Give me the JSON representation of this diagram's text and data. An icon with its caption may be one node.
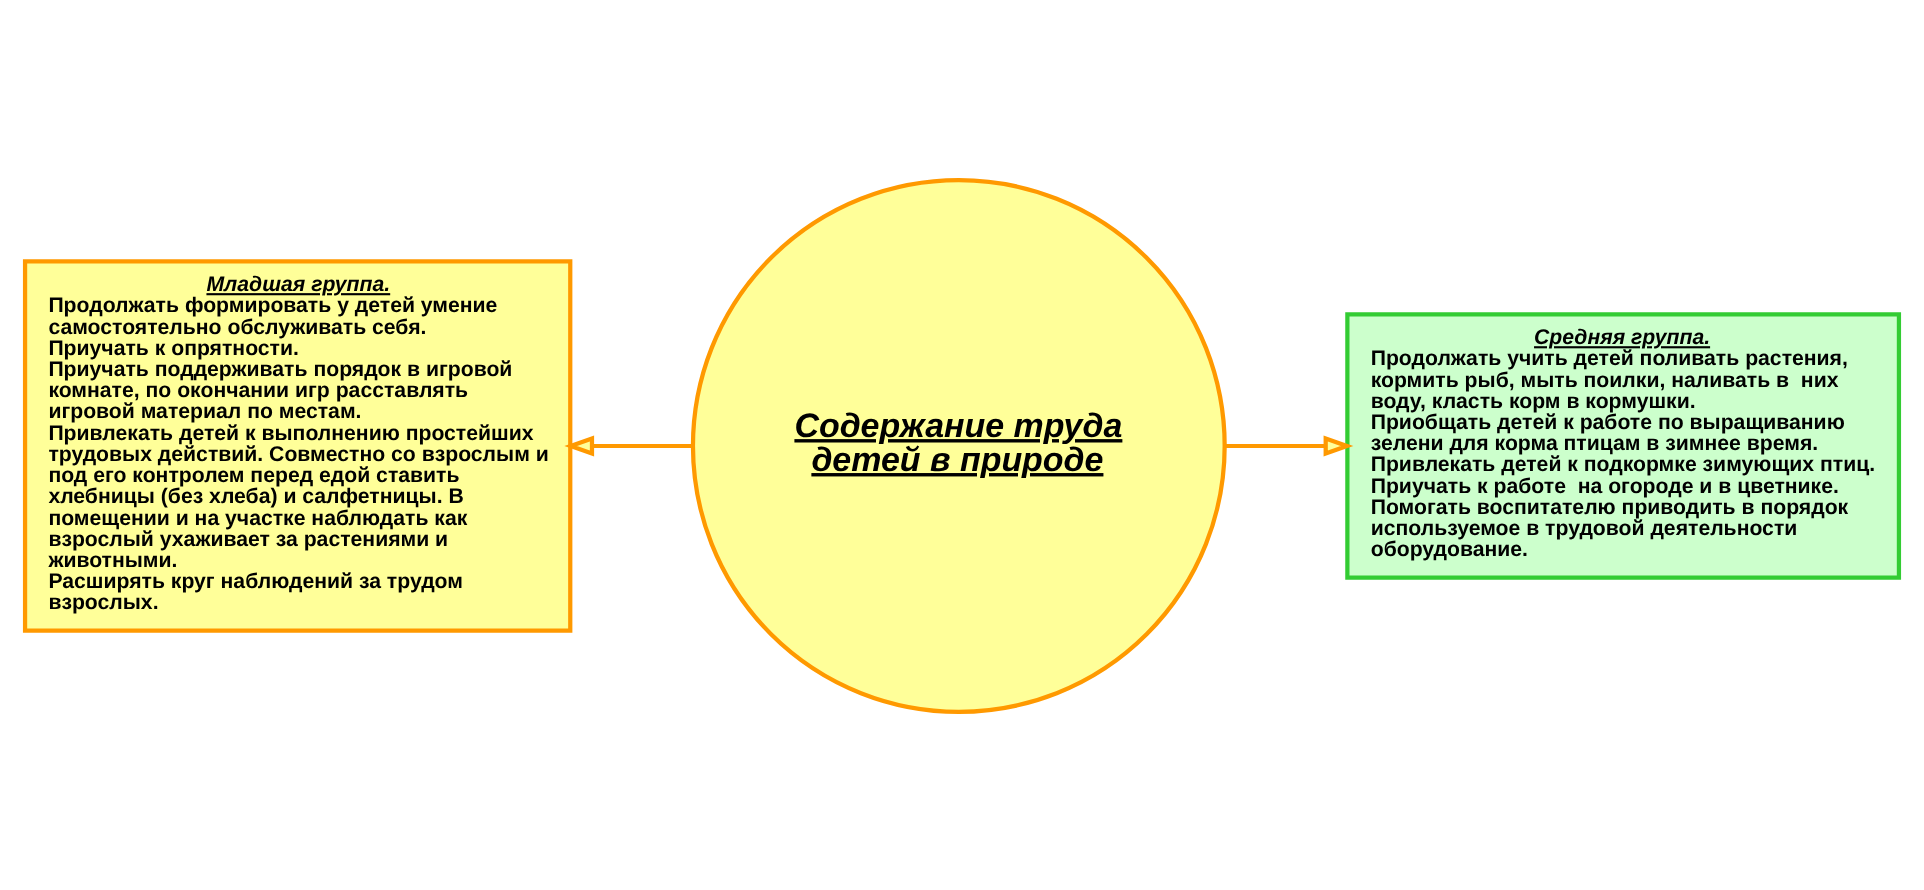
{
  "diagram": {
    "nodes": [
      {
        "text": [
          "Содержание труда детей в природе"
        ]
      },
      {
        "text": [
          "Младшая группа.",
          "Продолжать формировать у детей умение самостоятельно обслуживать себя.",
          "Приучать к опрятности.",
          "Приучать поддерживать порядок в игровой комнате, по окончании игр расставлять игровой материал по местам.",
          "Привлекать детей к выполнению простейших трудовых действий. Совместно со взрослым и под его контролем перед едой ставить хлебницы (без хлеба) и салфетницы. В помещении и на участке наблюдать как взрослый ухаживает за растениями и животными.",
          "Расширять круг наблюдений за трудом взрослых."
        ]
      },
      {
        "text": [
          "Средняя группа.",
          "Продолжать учить детей поливать растения, кормить рыб, мыть поилки, наливать в  них воду, класть корм в кормушки.",
          "Приобщать детей к работе по выращиванию зелени для корма птицам в зимнее время.",
          "Привлекать детей к подкормке зимующих птиц.",
          "Приучать к работе  на огороде и в цветнике.",
          "Помогать воспитателю приводить в порядок используемое в трудовой деятельности оборудование."
        ]
      }
    ],
    "edges": [
      {
        "from": 0,
        "to": 1,
        "arrow": "to"
      },
      {
        "from": 0,
        "to": 2,
        "arrow": "to"
      }
    ]
  }
}
